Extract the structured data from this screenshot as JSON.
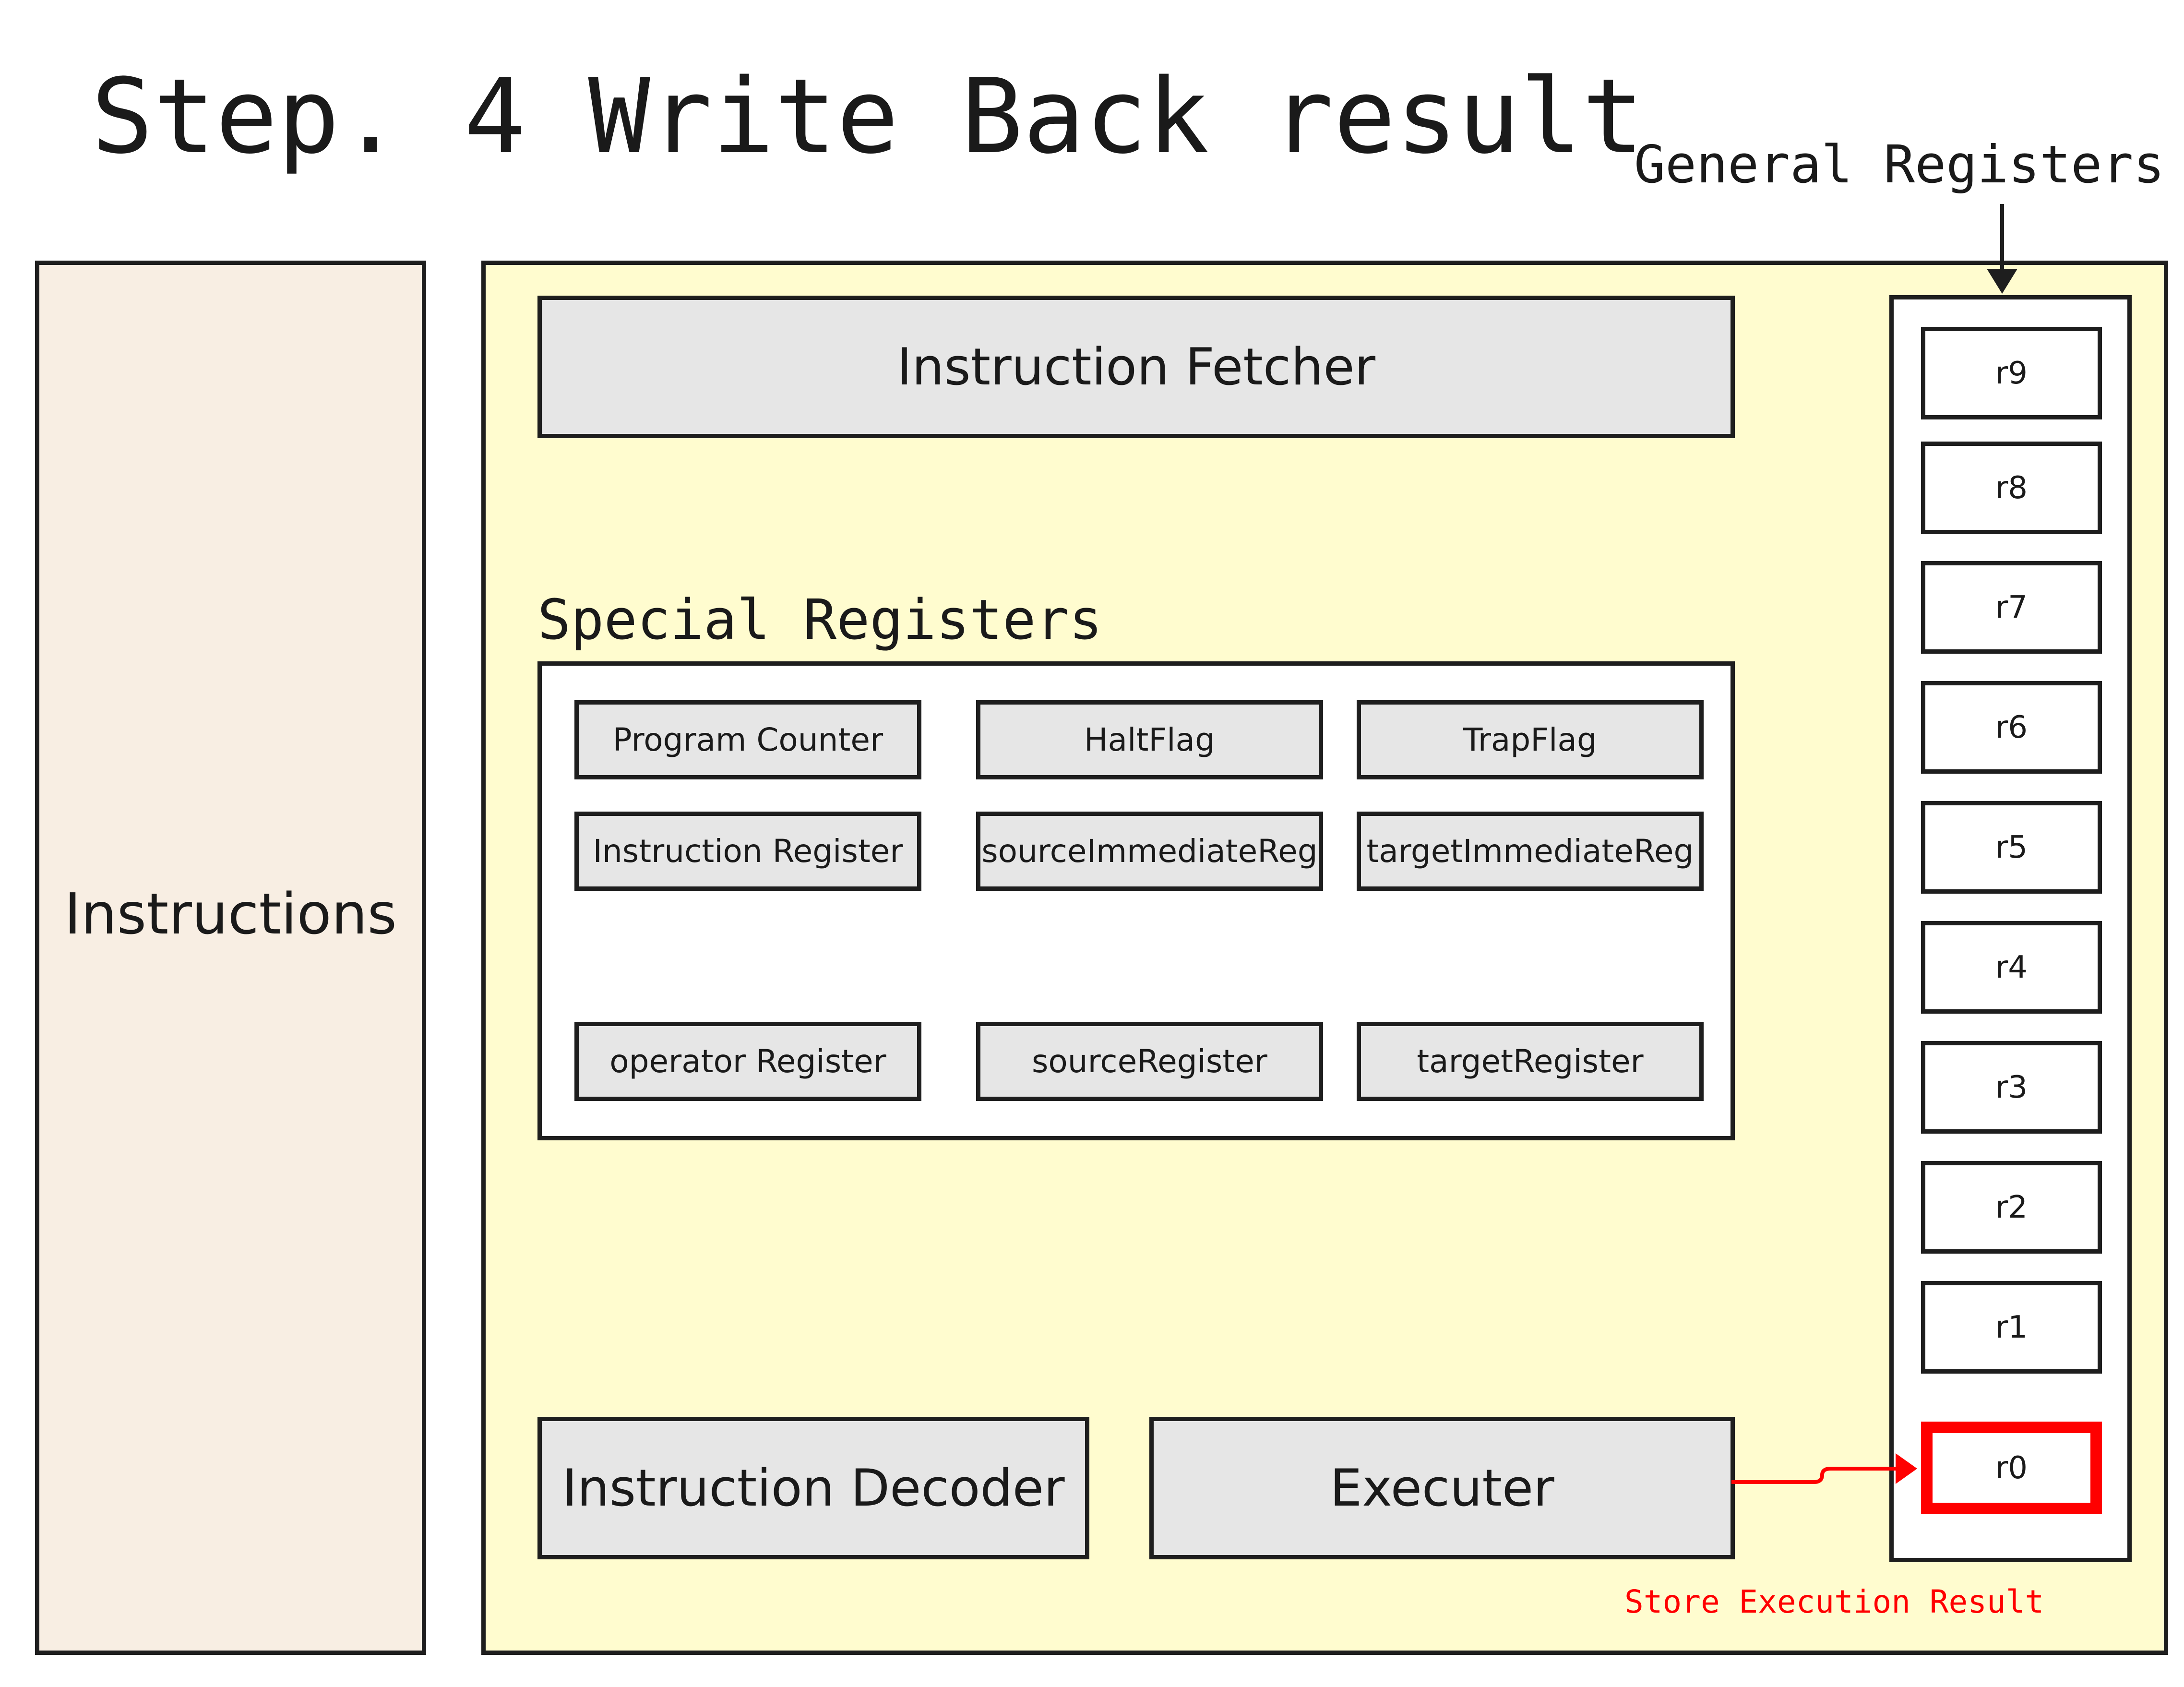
{
  "title": "Step. 4 Write Back result",
  "general_registers": {
    "label": "General Registers",
    "items": [
      "r9",
      "r8",
      "r7",
      "r6",
      "r5",
      "r4",
      "r3",
      "r2",
      "r1",
      "r0"
    ],
    "highlighted": "r0"
  },
  "instructions": {
    "label": "Instructions"
  },
  "instruction_fetcher": {
    "label": "Instruction Fetcher"
  },
  "special_registers": {
    "label": "Special Registers",
    "items": [
      "Program Counter",
      "HaltFlag",
      "TrapFlag",
      "Instruction Register",
      "sourceImmediateReg",
      "targetImmediateReg",
      "operator Register",
      "sourceRegister",
      "targetRegister"
    ]
  },
  "instruction_decoder": {
    "label": "Instruction Decoder"
  },
  "executer": {
    "label": "Executer"
  },
  "store_result": {
    "label": "Store Execution Result"
  },
  "colors": {
    "highlight": "#ff0000",
    "cpu_background": "#fffccf",
    "instructions_background": "#f8eee3",
    "box_fill": "#e6e6e6",
    "border": "#1e1e1e"
  }
}
